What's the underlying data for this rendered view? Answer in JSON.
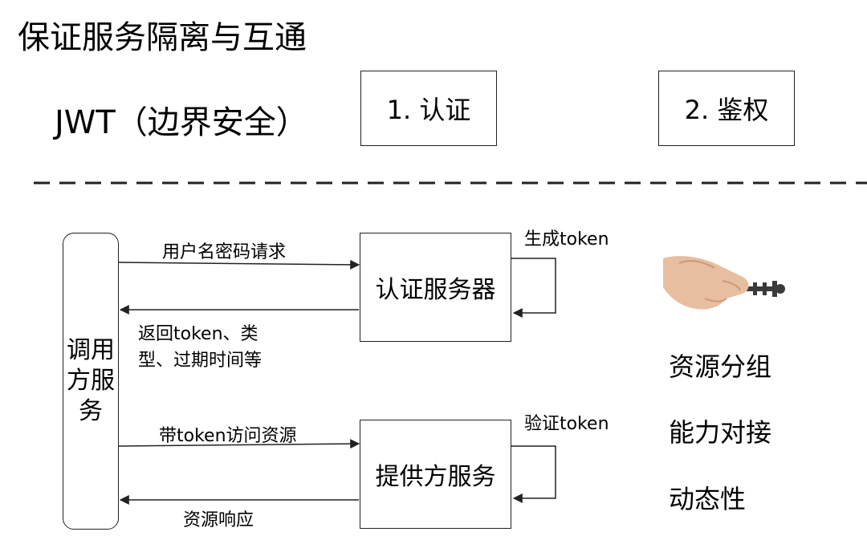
{
  "title": "保证服务隔离与互通",
  "jwt_label": "JWT（边界安全）",
  "step1": "1. 认证",
  "step2": "2. 鉴权",
  "caller_lines": [
    "调用",
    "方服",
    "务"
  ],
  "auth_server": "认证服务器",
  "provider_service": "提供方服务",
  "edges": {
    "user_pass_request": "用户名密码请求",
    "return_token_line1": "返回token、类",
    "return_token_line2": "型、过期时间等",
    "generate_token": "生成token",
    "access_with_token": "带token访问资源",
    "verify_token": "验证token",
    "resource_response": "资源响应"
  },
  "features": [
    "资源分组",
    "能力对接",
    "动态性"
  ]
}
